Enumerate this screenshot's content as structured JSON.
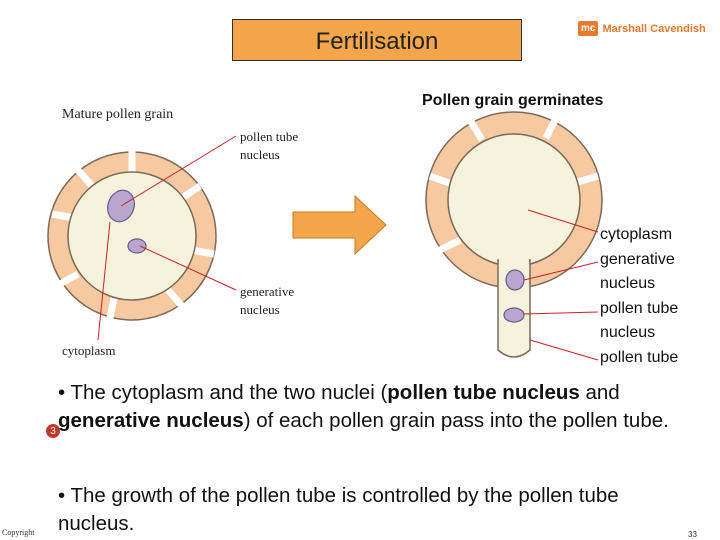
{
  "title": "Fertilisation",
  "logo": {
    "mark": "mc",
    "text": "Marshall Cavendish",
    "color": "#e8792e"
  },
  "left_diagram": {
    "heading": "Mature pollen grain",
    "labels": {
      "pollen_tube_nucleus": [
        "pollen tube",
        "nucleus"
      ],
      "generative_nucleus": [
        "generative",
        "nucleus"
      ],
      "cytoplasm": "cytoplasm"
    }
  },
  "right_diagram": {
    "heading": "Pollen grain germinates",
    "labels": [
      "cytoplasm",
      "generative",
      "nucleus",
      "pollen tube",
      "nucleus",
      "pollen tube"
    ]
  },
  "colors": {
    "title_bg": "#f5a54a",
    "wall": "#f6c9a0",
    "cytoplasm": "#f7f2dc",
    "nucleus": "#b8a6d0",
    "arrow": "#f5a54a",
    "pointer": "#cc2222"
  },
  "badge": "3",
  "bullets": [
    {
      "prefix": "• The cytoplasm and the two nuclei (",
      "bold1": "pollen tube nucleus",
      "mid1": " and ",
      "bold2": "generative nucleus",
      "suffix": ") of each pollen grain pass into the pollen tube."
    },
    {
      "prefix": "• The growth of the pollen tube is controlled by the pollen tube nucleus."
    }
  ],
  "footer": {
    "left": "Copyright",
    "page": "33"
  }
}
